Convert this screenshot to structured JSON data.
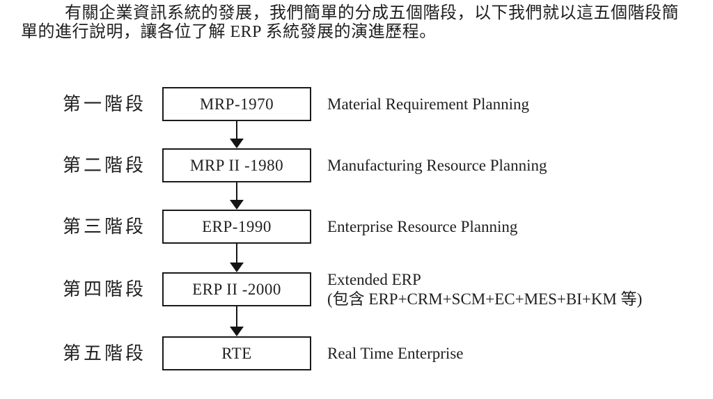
{
  "intro": {
    "line1": "有關企業資訊系統的發展，我們簡單的分成五個階段，以下我們就以這五個階段簡",
    "line2": "單的進行說明，讓各位了解 ERP 系統發展的演進歷程。"
  },
  "stages": [
    {
      "label": "第一階段",
      "box": "MRP-1970",
      "desc": "Material Requirement Planning"
    },
    {
      "label": "第二階段",
      "box": "MRP II -1980",
      "desc": "Manufacturing Resource Planning"
    },
    {
      "label": "第三階段",
      "box": "ERP-1990",
      "desc": "Enterprise Resource Planning"
    },
    {
      "label": "第四階段",
      "box": "ERP II -2000",
      "desc": "Extended ERP",
      "desc2": "(包含 ERP+CRM+SCM+EC+MES+BI+KM 等)"
    },
    {
      "label": "第五階段",
      "box": "RTE",
      "desc": "Real Time Enterprise"
    }
  ],
  "colors": {
    "background": "#ffffff",
    "text": "#1f1f1f",
    "box_border": "#1a1a1a",
    "arrow": "#141414"
  }
}
